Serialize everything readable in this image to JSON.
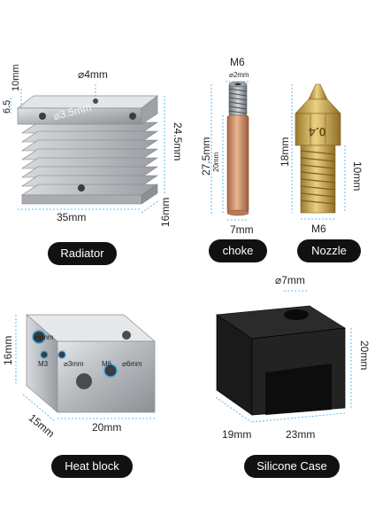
{
  "radiator": {
    "caption": "Radiator",
    "dims": {
      "hole": "⌀4mm",
      "top": "10mm",
      "side": "6.5",
      "bore": "⌀3.5mm",
      "width": "35mm",
      "height": "24.5mm",
      "depth": "16mm"
    }
  },
  "choke": {
    "caption": "choke",
    "dims": {
      "thread": "M6",
      "inner": "⌀2mm",
      "length": "27.5mm",
      "body": "20mm",
      "diameter": "7mm"
    }
  },
  "nozzle": {
    "caption": "Nozzle",
    "engraving": "0.4",
    "dims": {
      "length": "18mm",
      "thread_length": "10mm",
      "thread": "M6"
    }
  },
  "heat_block": {
    "caption": "Heat block",
    "dims": {
      "height": "16mm",
      "bore_a": "⌀6mm",
      "bore_b": "M3",
      "bore_c": "⌀3mm",
      "bore_d": "M6",
      "bore_e": "⌀6mm",
      "depth": "15mm",
      "width": "20mm"
    }
  },
  "silicone_case": {
    "caption": "Silicone Case",
    "dims": {
      "hole": "⌀7mm",
      "height": "20mm",
      "depth": "19mm",
      "width": "23mm"
    }
  },
  "colors": {
    "dimension_line": "#37a9e1",
    "label_bg": "#111111",
    "label_text": "#ffffff",
    "aluminum": "#b9bcc0",
    "copper": "#c98a63",
    "brass": "#c8a44a",
    "silicone": "#1c1c1c"
  }
}
